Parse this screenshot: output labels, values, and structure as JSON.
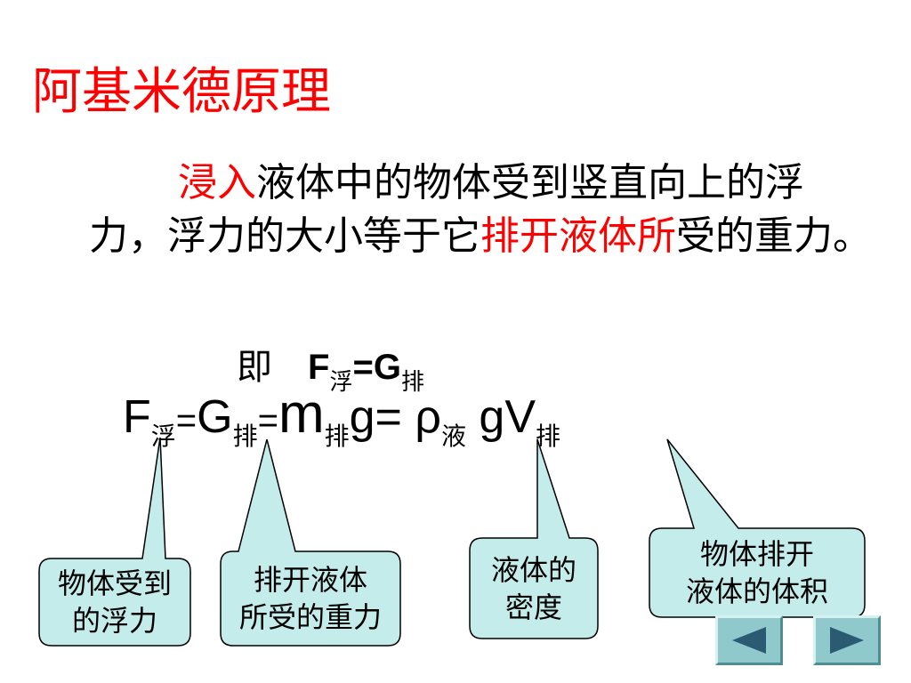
{
  "slide": {
    "title": "阿基米德原理",
    "paragraph": {
      "part1_red": "浸入",
      "part2": "液体中的物体受到竖直向上的浮力，浮力的大小等于它",
      "part3_red": "排开液体所",
      "part4": "受的重力。"
    },
    "equation_short": {
      "prefix": "即",
      "f": "F",
      "f_sub": "浮",
      "equals": "=",
      "g": "G",
      "g_sub": "排"
    },
    "equation_full": {
      "f": "F",
      "f_sub": "浮",
      "eq1": "=",
      "g": "G",
      "g_sub": "排",
      "eq2": "=",
      "m": "m",
      "m_sub": "排",
      "g_eq": "g= ρ",
      "rho_sub": "液",
      "gv": " gV",
      "v_sub": "排"
    },
    "callouts": [
      {
        "text_line1": "物体受到",
        "text_line2": "的浮力"
      },
      {
        "text_line1": "排开液体",
        "text_line2": "所受的重力"
      },
      {
        "text_line1": "液体的",
        "text_line2": "密度"
      },
      {
        "text_line1": "物体排开",
        "text_line2": "液体的体积"
      }
    ],
    "colors": {
      "accent_red": "#ff0000",
      "callout_fill": "#c4ecea",
      "nav_fill": "#8fc9cc",
      "nav_arrow": "#2b5a73"
    }
  },
  "navigation": {
    "prev_icon": "triangle-left-icon",
    "next_icon": "triangle-right-icon"
  }
}
